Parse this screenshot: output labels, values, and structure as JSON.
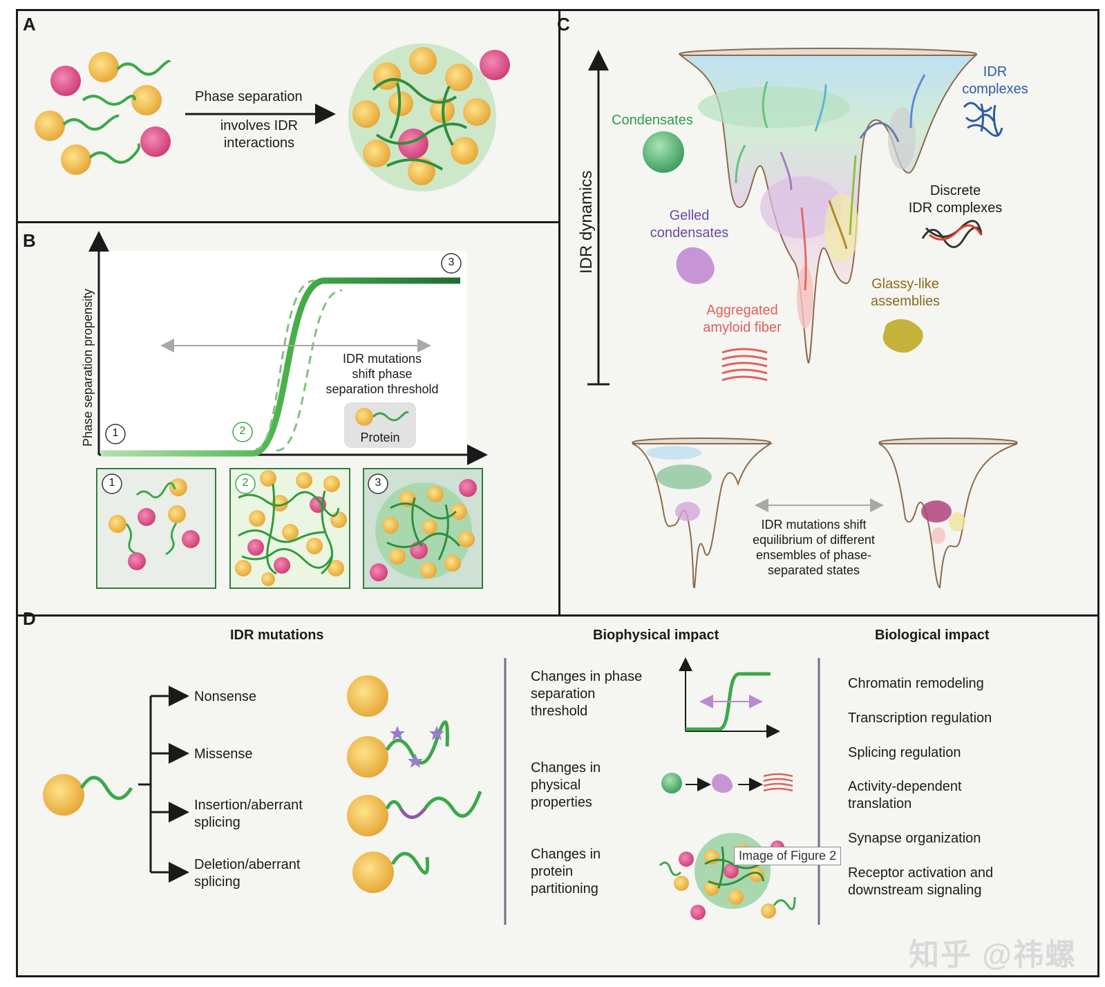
{
  "panels": {
    "a": "A",
    "b": "B",
    "c": "C",
    "d": "D"
  },
  "panel_a": {
    "arrow_top": "Phase separation",
    "arrow_bottom_1": "involves IDR",
    "arrow_bottom_2": "interactions"
  },
  "panel_b": {
    "ylabel": "Phase separation propensity",
    "annotation_1": "IDR mutations",
    "annotation_2": "shift phase",
    "annotation_3": "separation threshold",
    "legend_label": "Protein",
    "markers": [
      "1",
      "2",
      "3"
    ]
  },
  "panel_c": {
    "ylabel": "IDR dynamics",
    "states": {
      "condensates": "Condensates",
      "idr_complexes_1": "IDR",
      "idr_complexes_2": "complexes",
      "gelled_1": "Gelled",
      "gelled_2": "condensates",
      "discrete_1": "Discrete",
      "discrete_2": "IDR complexes",
      "glassy_1": "Glassy-like",
      "glassy_2": "assemblies",
      "amyloid_1": "Aggregated",
      "amyloid_2": "amyloid fiber"
    },
    "equilibrium": [
      "IDR mutations shift",
      "equilibrium of different",
      "ensembles of phase-",
      "separated states"
    ],
    "colors": {
      "condensate": "#4cae6e",
      "gelled": "#b07cc6",
      "idr": "#2d5aa8",
      "amyloid": "#e0605a",
      "glassy": "#b9a436"
    }
  },
  "panel_d": {
    "col1_title": "IDR mutations",
    "col2_title": "Biophysical impact",
    "col3_title": "Biological impact",
    "mutations": [
      "Nonsense",
      "Missense",
      "Insertion/aberrant",
      "splicing",
      "Deletion/aberrant",
      "splicing"
    ],
    "biophysical": {
      "threshold": [
        "Changes in phase",
        "separation",
        "threshold"
      ],
      "physical": [
        "Changes in",
        "physical",
        "properties"
      ],
      "partitioning": [
        "Changes in",
        "protein",
        "partitioning"
      ]
    },
    "biological": [
      "Chromatin remodeling",
      "Transcription regulation",
      "Splicing regulation",
      "Activity-dependent",
      "translation",
      "Synapse organization",
      "Receptor activation and",
      "downstream signaling"
    ]
  },
  "tooltip": "Image of Figure 2",
  "watermark": "知乎 @祎螺"
}
